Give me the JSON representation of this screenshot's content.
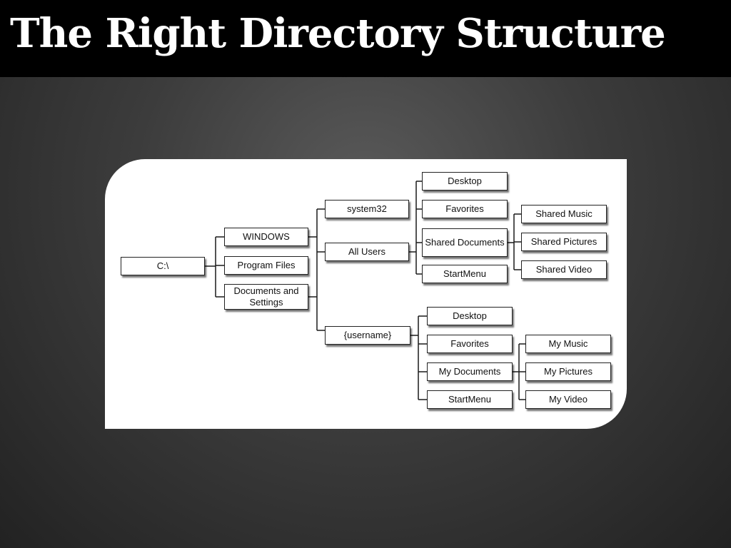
{
  "slide": {
    "title": "The Right Directory Structure"
  },
  "tree": {
    "root": {
      "label": "C:\\"
    },
    "windows": {
      "label": "WINDOWS"
    },
    "system32": {
      "label": "system32"
    },
    "program_files": {
      "label": "Program Files"
    },
    "docs_settings": {
      "label": "Documents and Settings"
    },
    "all_users": {
      "label": "All Users",
      "desktop": "Desktop",
      "favorites": "Favorites",
      "shared_documents": "Shared Documents",
      "startmenu": "StartMenu",
      "shared_music": "Shared Music",
      "shared_pictures": "Shared Pictures",
      "shared_video": "Shared Video"
    },
    "username": {
      "label": "{username}",
      "desktop": "Desktop",
      "favorites": "Favorites",
      "my_documents": "My Documents",
      "startmenu": "StartMenu",
      "my_music": "My Music",
      "my_pictures": "My Pictures",
      "my_video": "My Video"
    }
  }
}
